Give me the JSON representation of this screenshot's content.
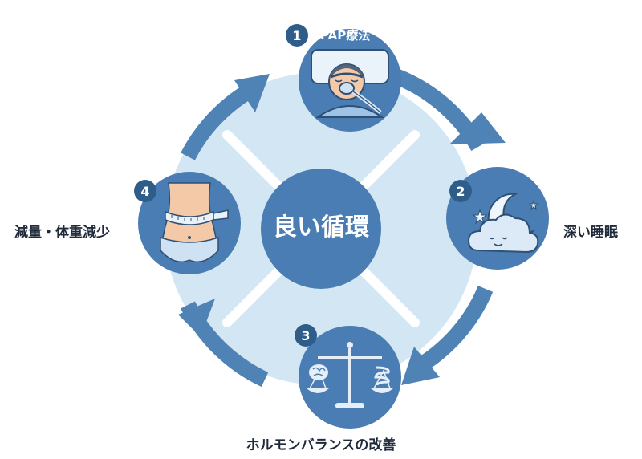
{
  "diagram": {
    "center_title": "良い循環",
    "steps": [
      {
        "number": "1",
        "label": "CPAP療法",
        "icon": "cpap-mask-sleeper-icon"
      },
      {
        "number": "2",
        "label": "深い睡眠",
        "icon": "moon-cloud-stars-icon"
      },
      {
        "number": "3",
        "label": "ホルモンバランスの改善",
        "icon": "brain-gut-balance-scale-icon"
      },
      {
        "number": "4",
        "label": "減量・体重減少",
        "icon": "waist-measuring-tape-icon"
      }
    ],
    "colors": {
      "ring": "#4f83b6",
      "node": "#4a7db3",
      "disc_light": "#d3e6f4",
      "badge": "#2f5d8a",
      "text": "#1f2a3a"
    }
  }
}
